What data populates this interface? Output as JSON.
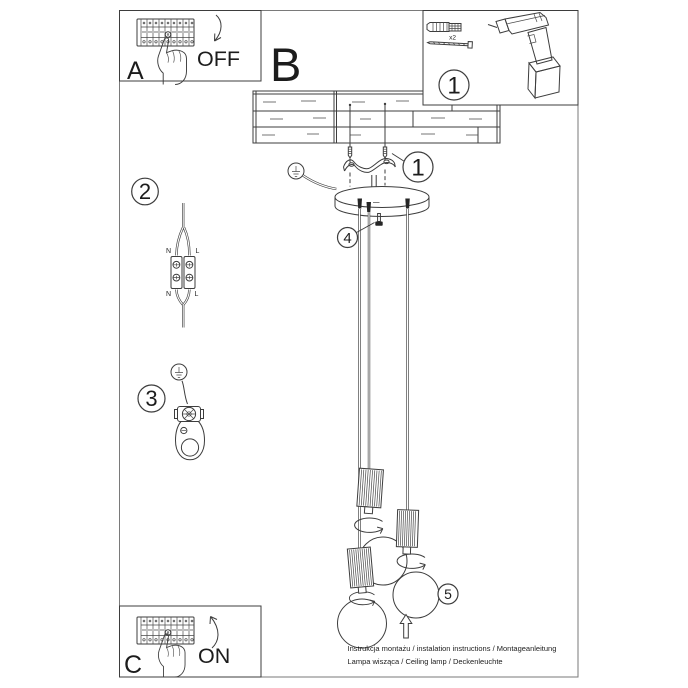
{
  "steps": {
    "a_label": "A",
    "a_action": "OFF",
    "b_label": "B",
    "c_label": "C",
    "c_action": "ON"
  },
  "tools_box": {
    "callout": "1",
    "anchor_quantity": "x2"
  },
  "callouts": {
    "bracket": "1",
    "connector": "2",
    "ground_clamp": "3",
    "canopy_screw": "4",
    "bulb": "5"
  },
  "connector_labels": {
    "top_n": "N",
    "top_l": "L",
    "bottom_n": "N",
    "bottom_l": "L"
  },
  "footer": {
    "line1": "Instrukcja montażu / instalation instructions / Montageanleitung",
    "line2": "Lampa wisząca / Ceiling lamp / Deckenleuchte"
  },
  "colors": {
    "line": "#3d3d3d",
    "page_border": "#7a7a7a",
    "text": "#1c1c1c"
  }
}
